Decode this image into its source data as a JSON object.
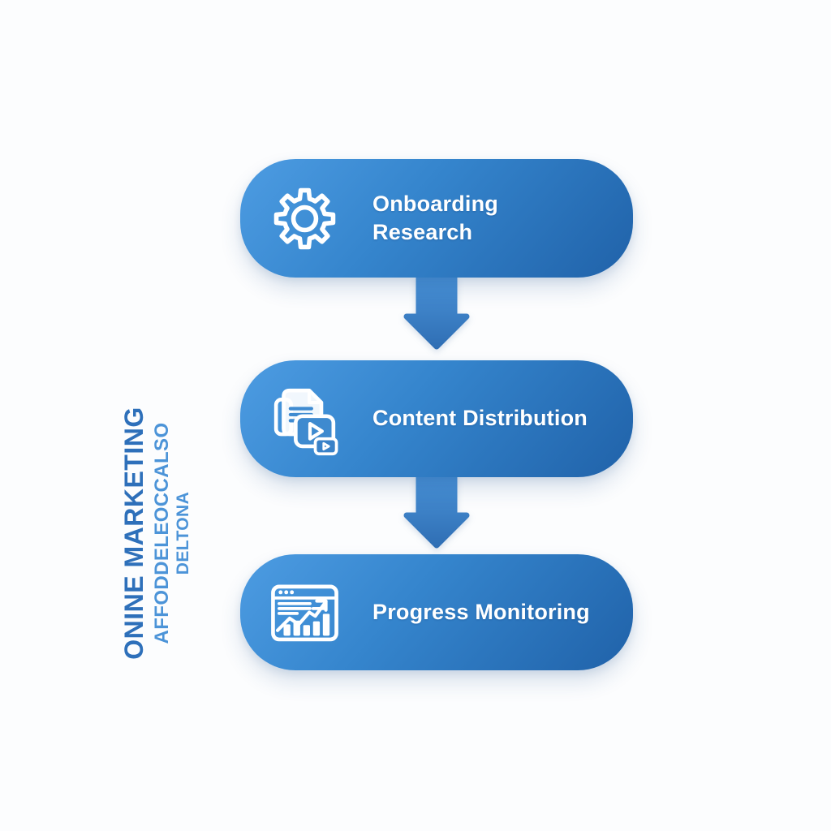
{
  "title": {
    "primary": "ONINE MARKETING",
    "secondary": "AFFODDELEOCCALSO",
    "tertiary": "DELTONA"
  },
  "flow": {
    "steps": [
      {
        "label": "Onboarding Research",
        "icon": "gear-icon"
      },
      {
        "label": "Content Distribution",
        "icon": "content-media-icon"
      },
      {
        "label": "Progress Monitoring",
        "icon": "analytics-dashboard-icon"
      }
    ],
    "connector": "down-arrow"
  },
  "colors": {
    "background": "#fcfdfe",
    "box_gradient_start": "#4d9ce2",
    "box_gradient_mid": "#3585cd",
    "box_gradient_end": "#2062a9",
    "arrow_top": "#4a93d8",
    "arrow_bottom": "#2e6db3",
    "title_primary": "#2e70ba",
    "title_secondary": "#4c94d8",
    "step_text": "#ffffff",
    "icon_stroke": "#ffffff"
  }
}
